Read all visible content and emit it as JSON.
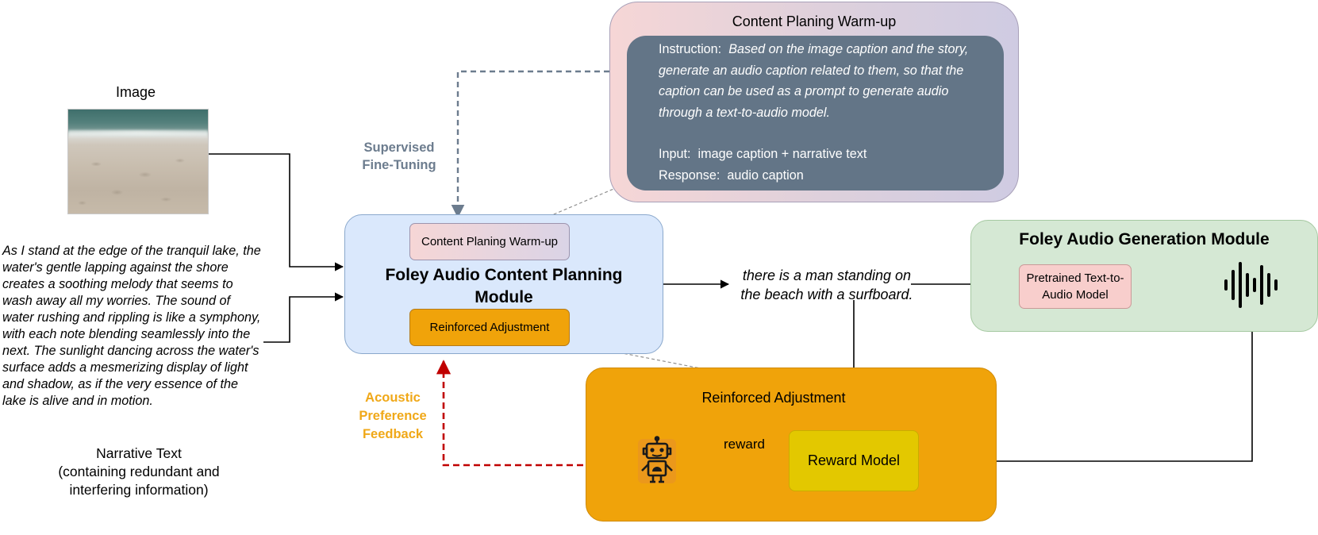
{
  "image": {
    "label": "Image"
  },
  "narrative": {
    "text": "As I stand at the edge of the tranquil lake, the water's gentle lapping against the shore creates a soothing melody that seems to wash away all my worries. The sound of water rushing and rippling is like a symphony, with each note blending seamlessly into the next. The sunlight dancing across the water's surface adds a mesmerizing display of light and shadow, as if the very essence of the lake is alive and in motion.",
    "label_line1": "Narrative Text",
    "label_line2": "(containing redundant and",
    "label_line3": "interfering information)"
  },
  "labels": {
    "sft_line1": "Supervised",
    "sft_line2": "Fine-Tuning",
    "apf_line1": "Acoustic",
    "apf_line2": "Preference",
    "apf_line3": "Feedback",
    "reward": "reward"
  },
  "warmup_panel": {
    "title": "Content Planing Warm-up",
    "instruction_label": "Instruction:",
    "instruction_text": "Based on the image caption and the story, generate an audio caption related to them, so that the caption can be used as a prompt to generate audio through a text-to-audio model.",
    "input_label": "Input:",
    "input_text": "image caption + narrative text",
    "response_label": "Response:",
    "response_text": "audio caption"
  },
  "planning_module": {
    "warmup_chip": "Content Planing Warm-up",
    "title_line1": "Foley Audio Content Planning",
    "title_line2": "Module",
    "reinforced_chip": "Reinforced Adjustment"
  },
  "caption": {
    "line1": "there is a man standing on",
    "line2": "the beach with a surfboard."
  },
  "generation_module": {
    "title": "Foley Audio Generation Module",
    "tta_line1": "Pretrained Text-to-",
    "tta_line2": "Audio Model",
    "waveform_icon": "waveform-icon"
  },
  "reinforced_panel": {
    "title": "Reinforced Adjustment",
    "reward_model": "Reward Model",
    "robot_icon": "robot-icon"
  },
  "colors": {
    "sft": "#6c7c8e",
    "apf": "#f0a818",
    "feedback_arrow": "#c00000",
    "planning_bg": "#dae8fc",
    "generation_bg": "#d5e8d4",
    "reinforced_bg": "#f0a30a",
    "reward_model_bg": "#e3c800",
    "instruction_bg": "#637587"
  }
}
